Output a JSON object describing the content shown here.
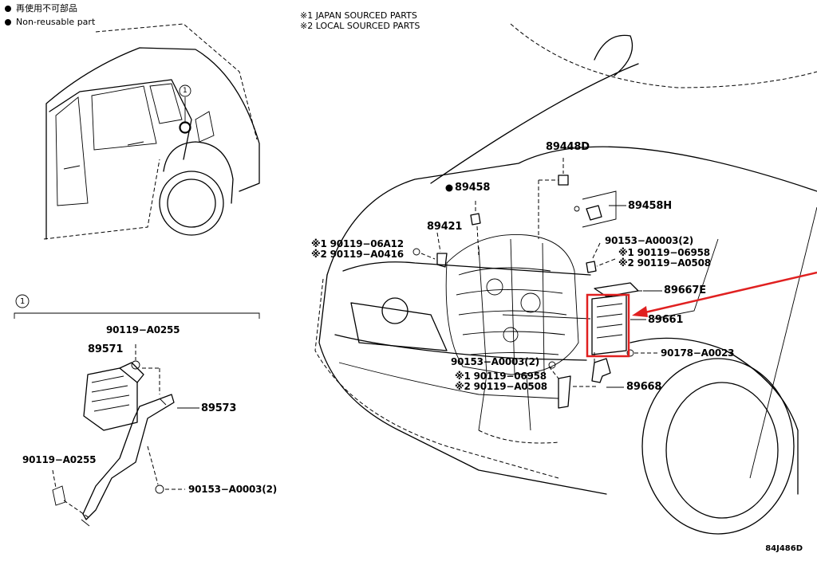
{
  "legend": [
    {
      "text": "再使用不可部品"
    },
    {
      "text": "Non-reusable part"
    }
  ],
  "notes": [
    {
      "text": "※1 JAPAN SOURCED PARTS"
    },
    {
      "text": "※2 LOCAL SOURCED PARTS"
    }
  ],
  "callout_symbol": "1",
  "labels": {
    "p89448D": "89448D",
    "p89458": "89458",
    "p89458H": "89458H",
    "p89421": "89421",
    "p90119_06A12": "※1  90119−06A12",
    "p90119_A0416": "※2  90119−A0416",
    "p90153_A0003_top": "90153−A0003(2)",
    "p90119_06958_top": "※1  90119−06958",
    "p90119_A0508_top": "※2  90119−A0508",
    "p89667E": "89667E",
    "p89661": "89661",
    "p90178_A0023": "90178−A0023",
    "p90153_A0003_mid": "90153−A0003(2)",
    "p90119_06958_bot": "※1  90119−06958",
    "p90119_A0508_bot": "※2  90119−A0508",
    "p89668": "89668",
    "p90119_A0255_a": "90119−A0255",
    "p89571": "89571",
    "p89573": "89573",
    "p90119_A0255_b": "90119−A0255",
    "p90153_A0003_bot": "90153−A0003(2)"
  },
  "highlight_color": "#e02020",
  "diagram_code": "84J486D"
}
